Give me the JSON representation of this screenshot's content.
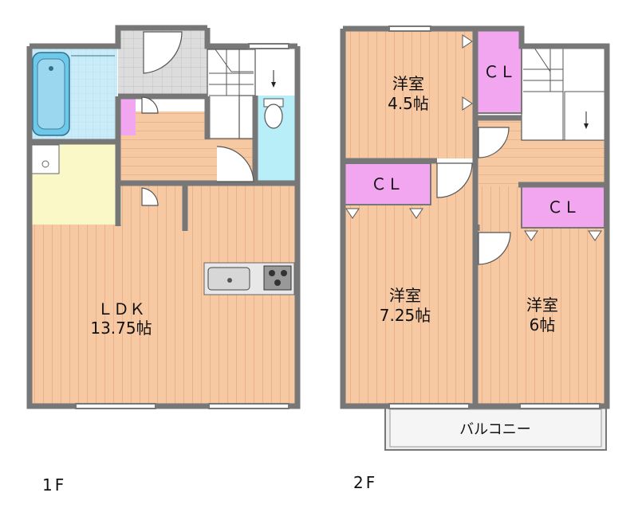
{
  "floors": {
    "first": {
      "label": "1F",
      "ldk": {
        "name": "ＬＤＫ",
        "size": "13.75帖"
      }
    },
    "second": {
      "label": "2F",
      "room_north": {
        "name": "洋室",
        "size": "4.5帖"
      },
      "room_west": {
        "name": "洋室",
        "size": "7.25帖"
      },
      "room_east": {
        "name": "洋室",
        "size": "6帖"
      },
      "closet_label": "ＣＬ",
      "balcony": "バルコニー"
    }
  },
  "colors": {
    "wall": "#777777",
    "wood_floor": "#f6c9a3",
    "closet": "#f3a6f0",
    "washroom": "#fbf8c8",
    "bath_tile": "#bfe8f7",
    "toilet": "#b7eef7",
    "entrance_tile": "#d9d9d9",
    "balcony": "#eeeeee"
  }
}
